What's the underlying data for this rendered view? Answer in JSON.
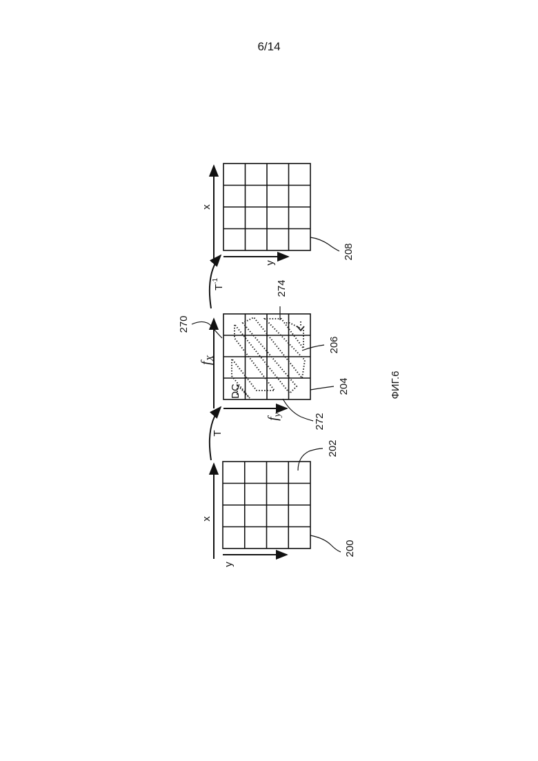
{
  "page": {
    "number": "6/14"
  },
  "figure": {
    "caption": "ФИГ.6",
    "transform_forward": "T",
    "transform_inverse_base": "T",
    "transform_inverse_sup": "-1",
    "block_left": {
      "ref": "200",
      "cell_ref": "202",
      "axis_x": "x",
      "axis_y": "y",
      "rows": 4,
      "cols": 4
    },
    "block_mid": {
      "ref": "204",
      "scan_ref": "206",
      "corner_ref": "270",
      "axis_ref": "272",
      "end_ref": "274",
      "dc_label": "DC",
      "axis_fx_base": "f",
      "axis_fx_sub": "X",
      "axis_fy_base": "f",
      "axis_fy_sub": "y",
      "rows": 4,
      "cols": 4
    },
    "block_right": {
      "ref": "208",
      "axis_x": "x",
      "axis_y": "y",
      "rows": 4,
      "cols": 4
    }
  }
}
